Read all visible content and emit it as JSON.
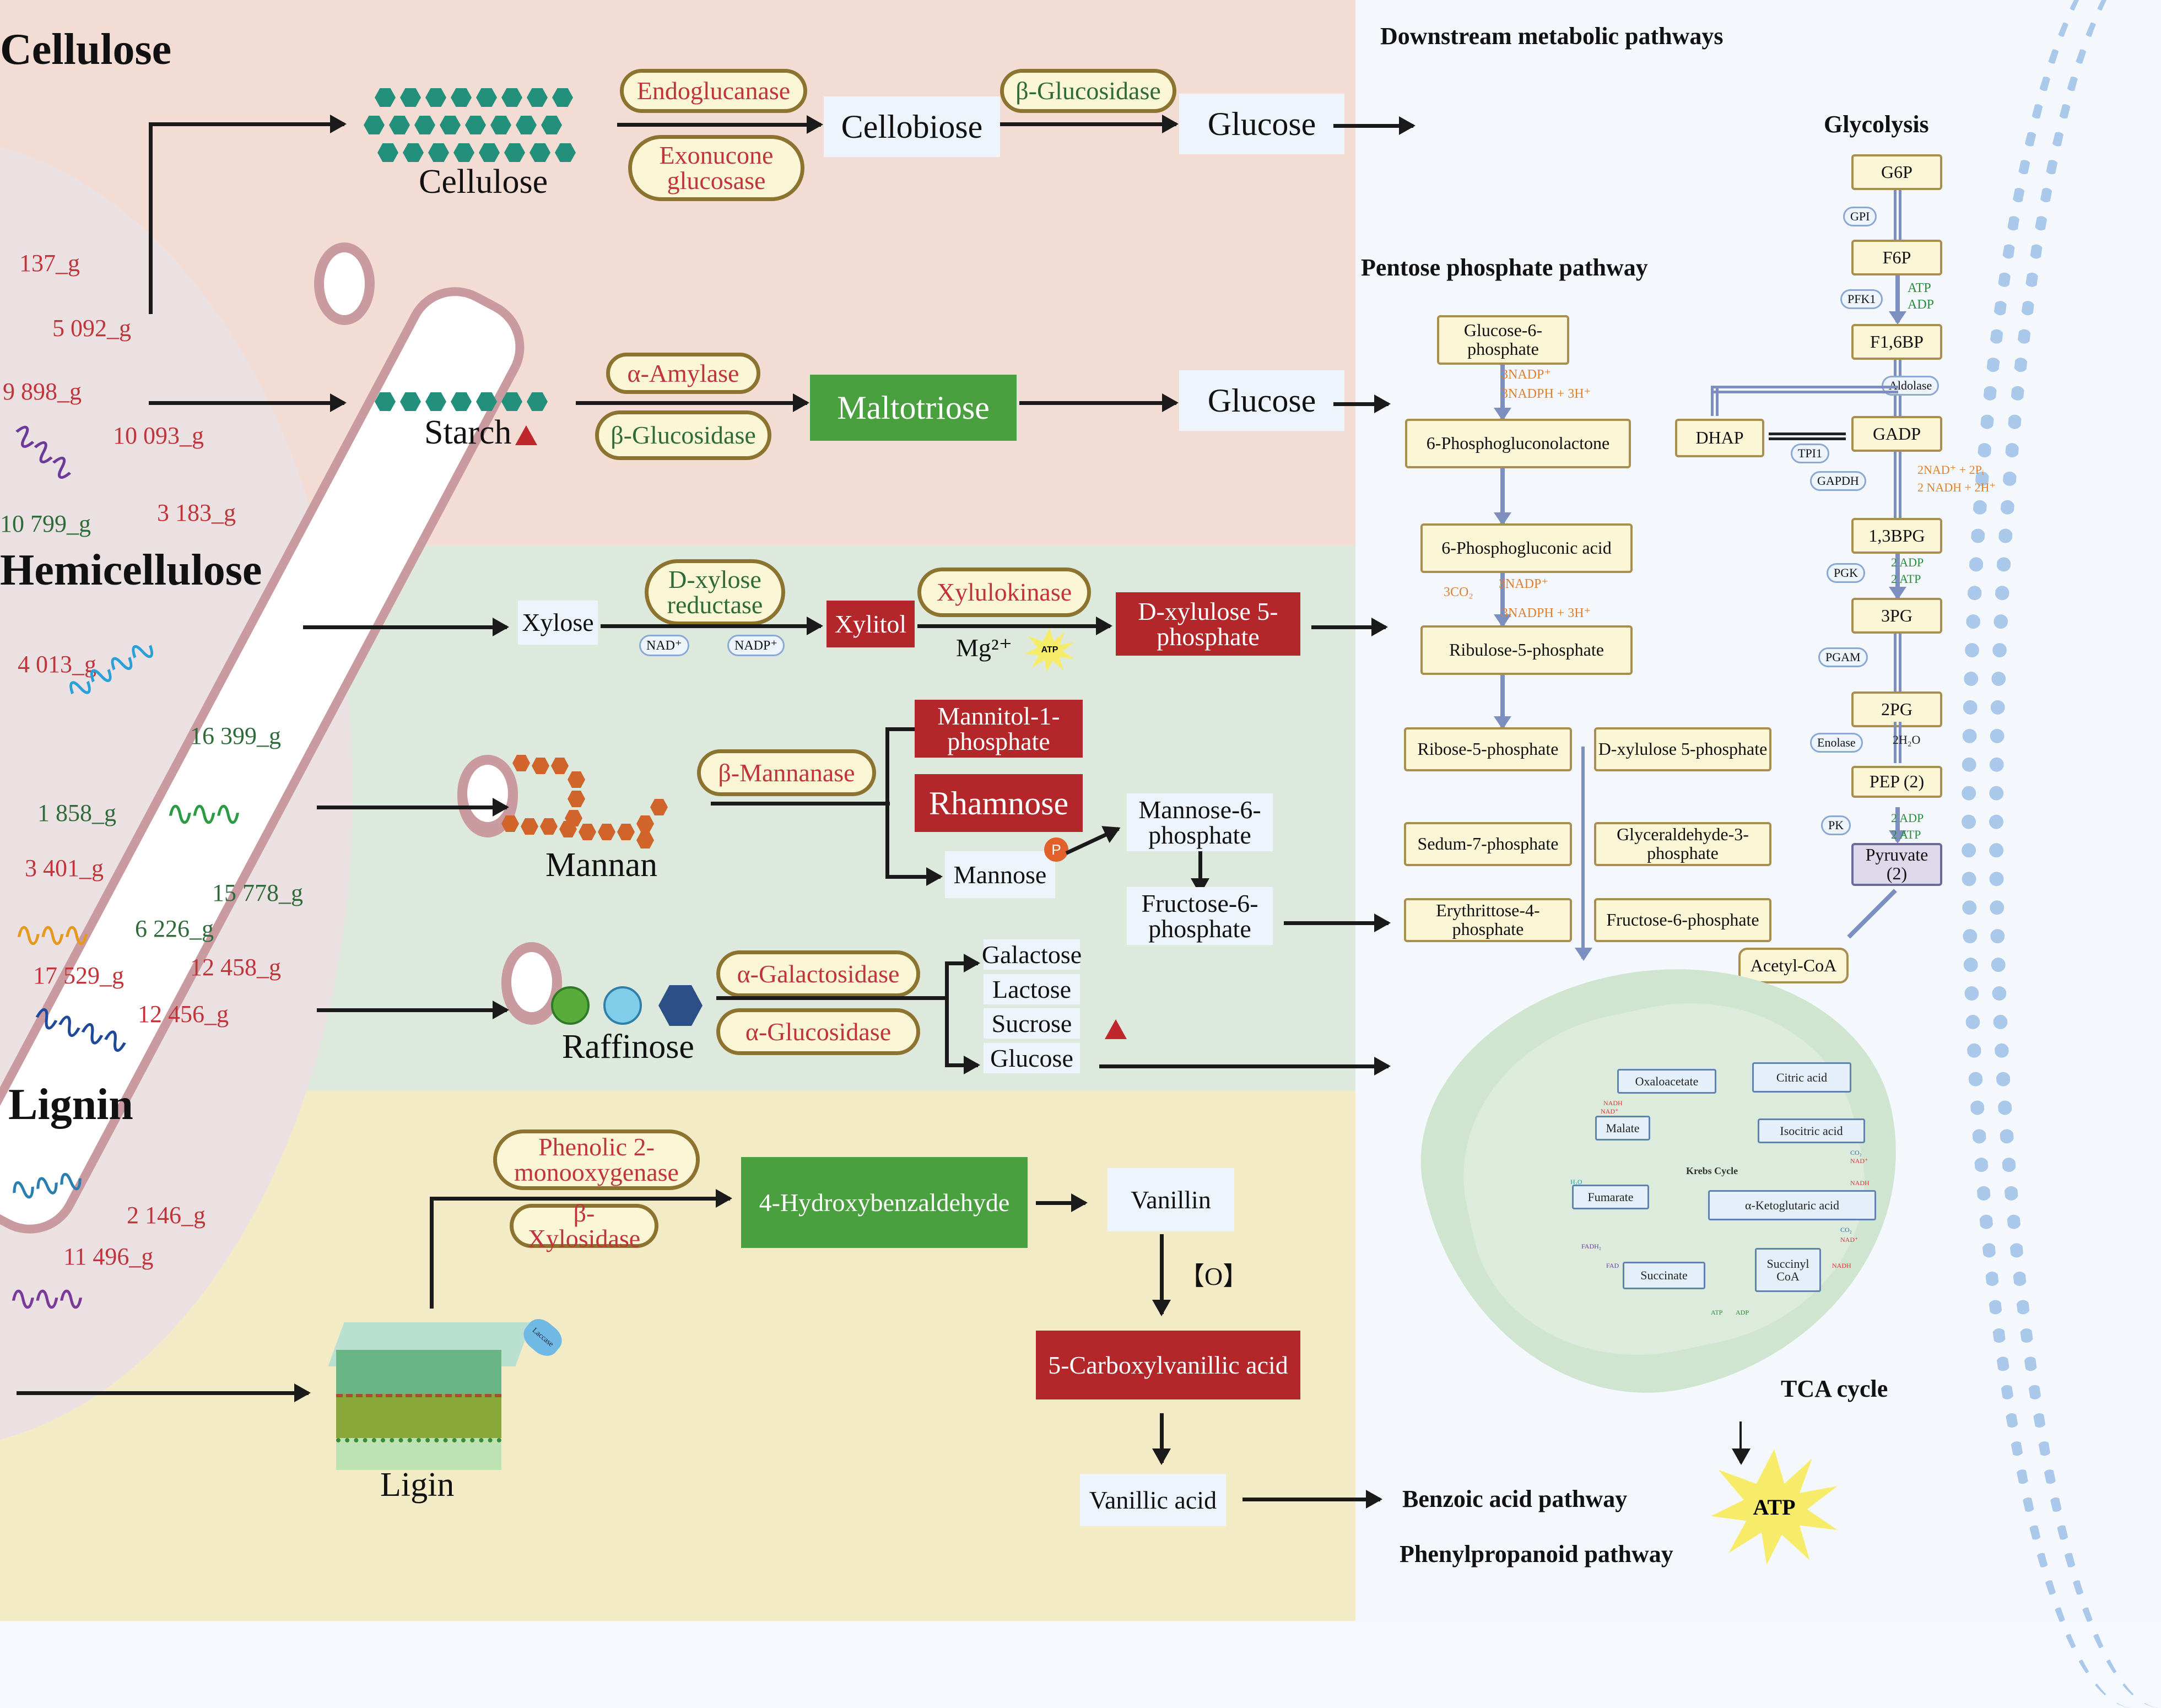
{
  "sections": {
    "cellulose": "Cellulose",
    "hemicellulose": "Hemicellulose",
    "lignin": "Lignin"
  },
  "genes": [
    {
      "label": "137_g",
      "color": "red"
    },
    {
      "label": "5 092_g",
      "color": "red"
    },
    {
      "label": "9 898_g",
      "color": "red"
    },
    {
      "label": "10 093_g",
      "color": "red"
    },
    {
      "label": "10 799_g",
      "color": "green"
    },
    {
      "label": "3 183_g",
      "color": "red"
    },
    {
      "label": "4 013_g",
      "color": "red"
    },
    {
      "label": "16 399_g",
      "color": "green"
    },
    {
      "label": "1 858_g",
      "color": "green"
    },
    {
      "label": "3 401_g",
      "color": "red"
    },
    {
      "label": "15 778_g",
      "color": "green"
    },
    {
      "label": "6 226_g",
      "color": "green"
    },
    {
      "label": "17 529_g",
      "color": "red"
    },
    {
      "label": "12 458_g",
      "color": "red"
    },
    {
      "label": "12 456_g",
      "color": "red"
    },
    {
      "label": "2 146_g",
      "color": "red"
    },
    {
      "label": "11 496_g",
      "color": "red"
    }
  ],
  "cellulose_path": {
    "substrate": "Cellulose",
    "enzyme1": "Endoglucanase",
    "enzyme2": "Exonucone glucosase",
    "product1": "Cellobiose",
    "enzyme3": "β-Glucosidase",
    "product2": "Glucose"
  },
  "starch_path": {
    "substrate": "Starch",
    "enzyme1": "α-Amylase",
    "enzyme2": "β-Glucosidase",
    "product1": "Maltotriose",
    "product2": "Glucose"
  },
  "xylose_path": {
    "substrate": "Xylose",
    "enzyme1": "D-xylose reductase",
    "cofactor1": "NAD⁺",
    "cofactor2": "NADP⁺",
    "product1": "Xylitol",
    "enzyme2": "Xylulokinase",
    "cofactor3": "Mg²⁺",
    "atp": "ATP",
    "product2": "D-xylulose 5-phosphate"
  },
  "mannan_path": {
    "substrate": "Mannan",
    "enzyme": "β-Mannanase",
    "product1": "Mannitol-1-phosphate",
    "product2": "Rhamnose",
    "product3": "Mannose",
    "phospho": "P",
    "product4": "Mannose-6-phosphate",
    "product5": "Fructose-6-phosphate"
  },
  "raffinose_path": {
    "substrate": "Raffinose",
    "enzyme1": "α-Galactosidase",
    "enzyme2": "α-Glucosidase",
    "products": [
      "Galactose",
      "Lactose",
      "Sucrose",
      "Glucose"
    ]
  },
  "lignin_path": {
    "substrate": "Ligin",
    "laccase": "Laccase",
    "enzyme1": "Phenolic 2-monooxygenase",
    "enzyme2": "β-Xylosidase",
    "product1": "4-Hydroxybenzaldehyde",
    "product2": "Vanillin",
    "oxidation": "【O】",
    "product3": "5-Carboxylvanillic acid",
    "product4": "Vanillic acid",
    "pathway1": "Benzoic acid pathway",
    "pathway2": "Phenylpropanoid pathway"
  },
  "downstream": {
    "title": "Downstream metabolic pathways",
    "ppp_title": "Pentose phosphate pathway",
    "glycolysis_title": "Glycolysis",
    "tca_title": "TCA cycle",
    "atp": "ATP"
  },
  "ppp": {
    "g6p": "Glucose-6-phosphate",
    "pgl": "6-Phosphogluconolactone",
    "pga": "6-Phosphogluconic acid",
    "ru5p": "Ribulose-5-phosphate",
    "r5p": "Ribose-5-phosphate",
    "x5p": "D-xylulose 5-phosphate",
    "s7p": "Sedum-7-phosphate",
    "g3p": "Glyceraldehyde-3-phosphate",
    "e4p": "Erythrittose-4-phosphate",
    "f6p": "Fructose-6-phosphate",
    "nadp1": "3NADP⁺",
    "nadph1": "3NADPH + 3H⁺",
    "nadp2": "3NADP⁺",
    "nadph2": "3NADPH + 3H⁺",
    "co2": "3CO₂"
  },
  "glycolysis": {
    "steps": [
      "G6P",
      "F6P",
      "F1,6BP",
      "GADP",
      "1,3BPG",
      "3PG",
      "2PG",
      "PEP (2)",
      "Pyruvate (2)"
    ],
    "dhap": "DHAP",
    "enzymes": {
      "gpi": "GPI",
      "pfk1": "PFK1",
      "aldolase": "Aldolase",
      "tpi1": "TPI1",
      "gapdh": "GAPDH",
      "pgk": "PGK",
      "pgam": "PGAM",
      "enolase": "Enolase",
      "pk": "PK"
    },
    "cofactors": {
      "pfk_in": "ATP",
      "pfk_out": "ADP",
      "gapdh_in": "2NAD⁺ + 2Pᵢ",
      "gapdh_out": "2 NADH + 2H⁺",
      "pgk_in": "2 ADP",
      "pgk_out": "2 ATP",
      "enolase_out": "2H₂O",
      "pk_in": "2 ADP",
      "pk_out": "2 ATP"
    },
    "acetyl_coa": "Acetyl-CoA"
  },
  "krebs": {
    "label": "Krebs Cycle",
    "nodes": [
      "Oxaloacetate",
      "Citric acid",
      "Isocitric acid",
      "α-Ketoglutaric acid",
      "Succinyl CoA",
      "Succinate",
      "Fumarate",
      "Malate"
    ],
    "cofactors": {
      "nadh": "NADH",
      "nad": "NAD⁺",
      "co2": "CO₂",
      "fadh2": "FADH₂",
      "fad": "FAD",
      "atp": "ATP",
      "adp": "ADP",
      "h2o": "H₂O"
    }
  },
  "colors": {
    "cellulose_bg": "#f2dcd4",
    "hemicellulose_bg": "#dde9dd",
    "lignin_bg": "#f3ebc6",
    "panel_bg": "#f4f8fc",
    "red_box": "#b3272b",
    "green_box": "#4a9f3f",
    "enzyme_red": "#c0343a",
    "enzyme_green": "#2f6b3a"
  }
}
